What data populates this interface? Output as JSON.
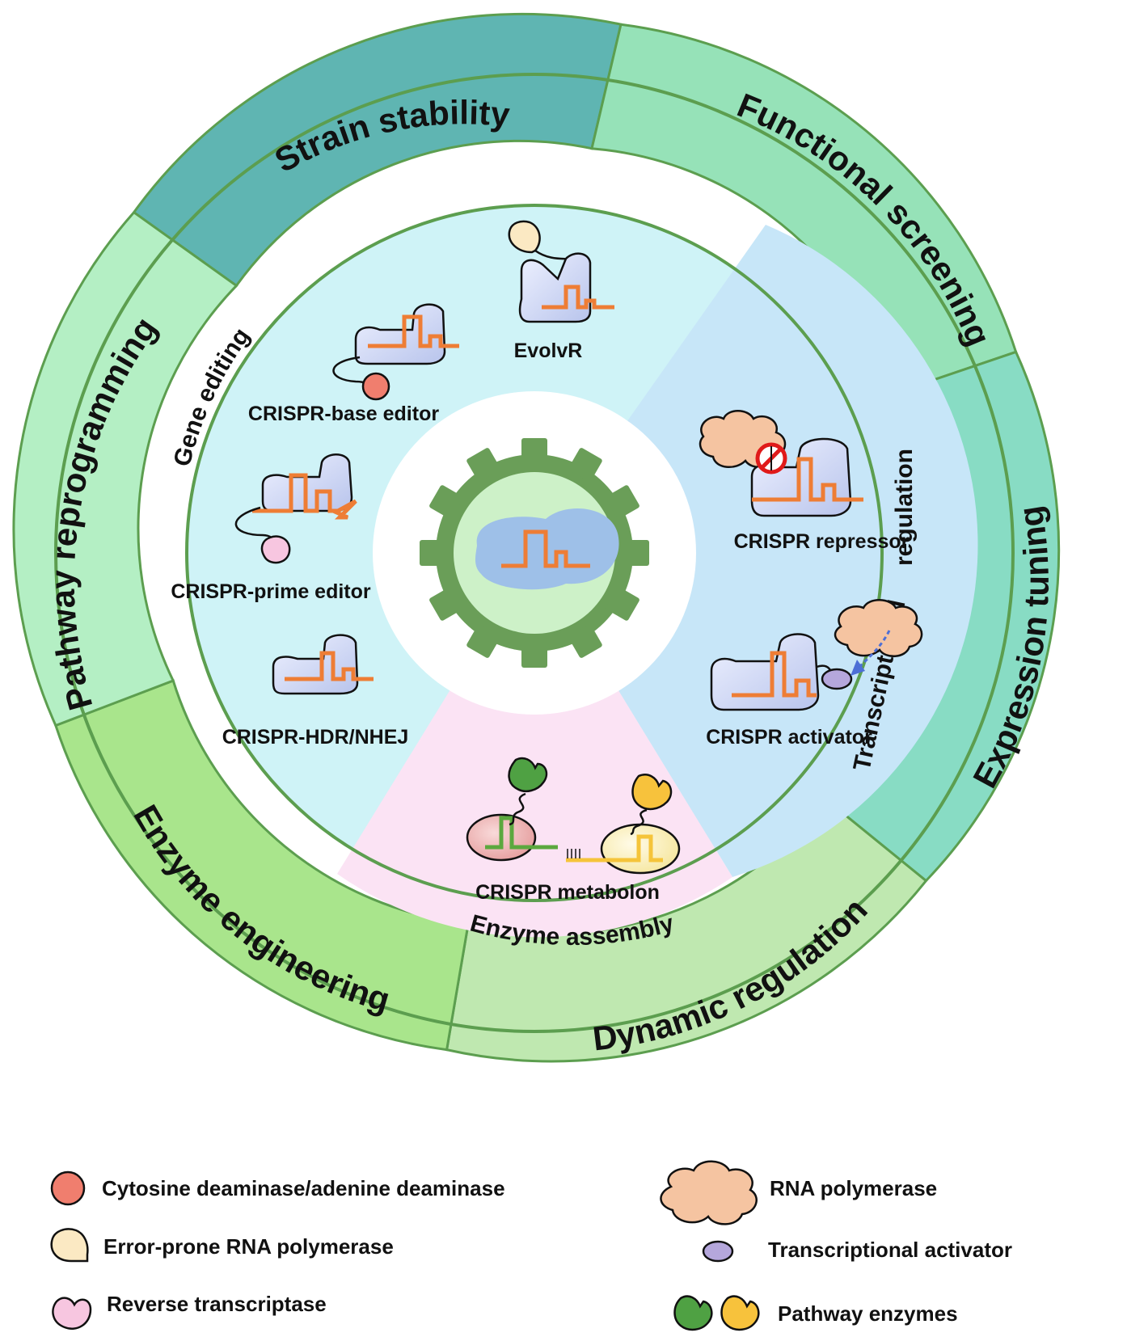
{
  "outer_ring": {
    "strain_stability": "Strain stability",
    "functional_screening": "Functional screening",
    "expression_tuning": "Expression tuning",
    "dynamic_regulation": "Dynamic regulation",
    "enzyme_engineering": "Enzyme engineering",
    "pathway_reprogramming": "Pathway reprogramming"
  },
  "sectors": {
    "gene_editing": "Gene editing",
    "transcriptional_regulation_1": "Transcriptional",
    "transcriptional_regulation_2": "regulation",
    "enzyme_assembly": "Enzyme assembly"
  },
  "tools": {
    "evolvr": "EvolvR",
    "base_editor": "CRISPR-base editor",
    "prime_editor": "CRISPR-prime editor",
    "hdr_nhej": "CRISPR-HDR/NHEJ",
    "repressor": "CRISPR repressor",
    "activator": "CRISPR activator",
    "metabolon": "CRISPR metabolon"
  },
  "legend": {
    "cytosine_deaminase": "Cytosine deaminase/adenine deaminase",
    "error_prone_polymerase": "Error-prone RNA polymerase",
    "reverse_transcriptase": "Reverse transcriptase",
    "rna_polymerase": "RNA polymerase",
    "transcriptional_activator": "Transcriptional activator",
    "pathway_enzymes": "Pathway enzymes"
  },
  "colors": {
    "strain_stability": "#5fb5b2",
    "functional_screening": "#96e2b8",
    "expression_tuning": "#88dcc4",
    "dynamic_regulation": "#bfe8b0",
    "enzyme_engineering": "#a9e58c",
    "pathway_reprogramming": "#b4efc4",
    "gene_editing_bg": "#cff3f7",
    "transcription_bg": "#c7e6f8",
    "enzyme_assembly_bg": "#fbe3f4",
    "gear": "#6a9e58",
    "rna_guide": "#ee7d35"
  }
}
